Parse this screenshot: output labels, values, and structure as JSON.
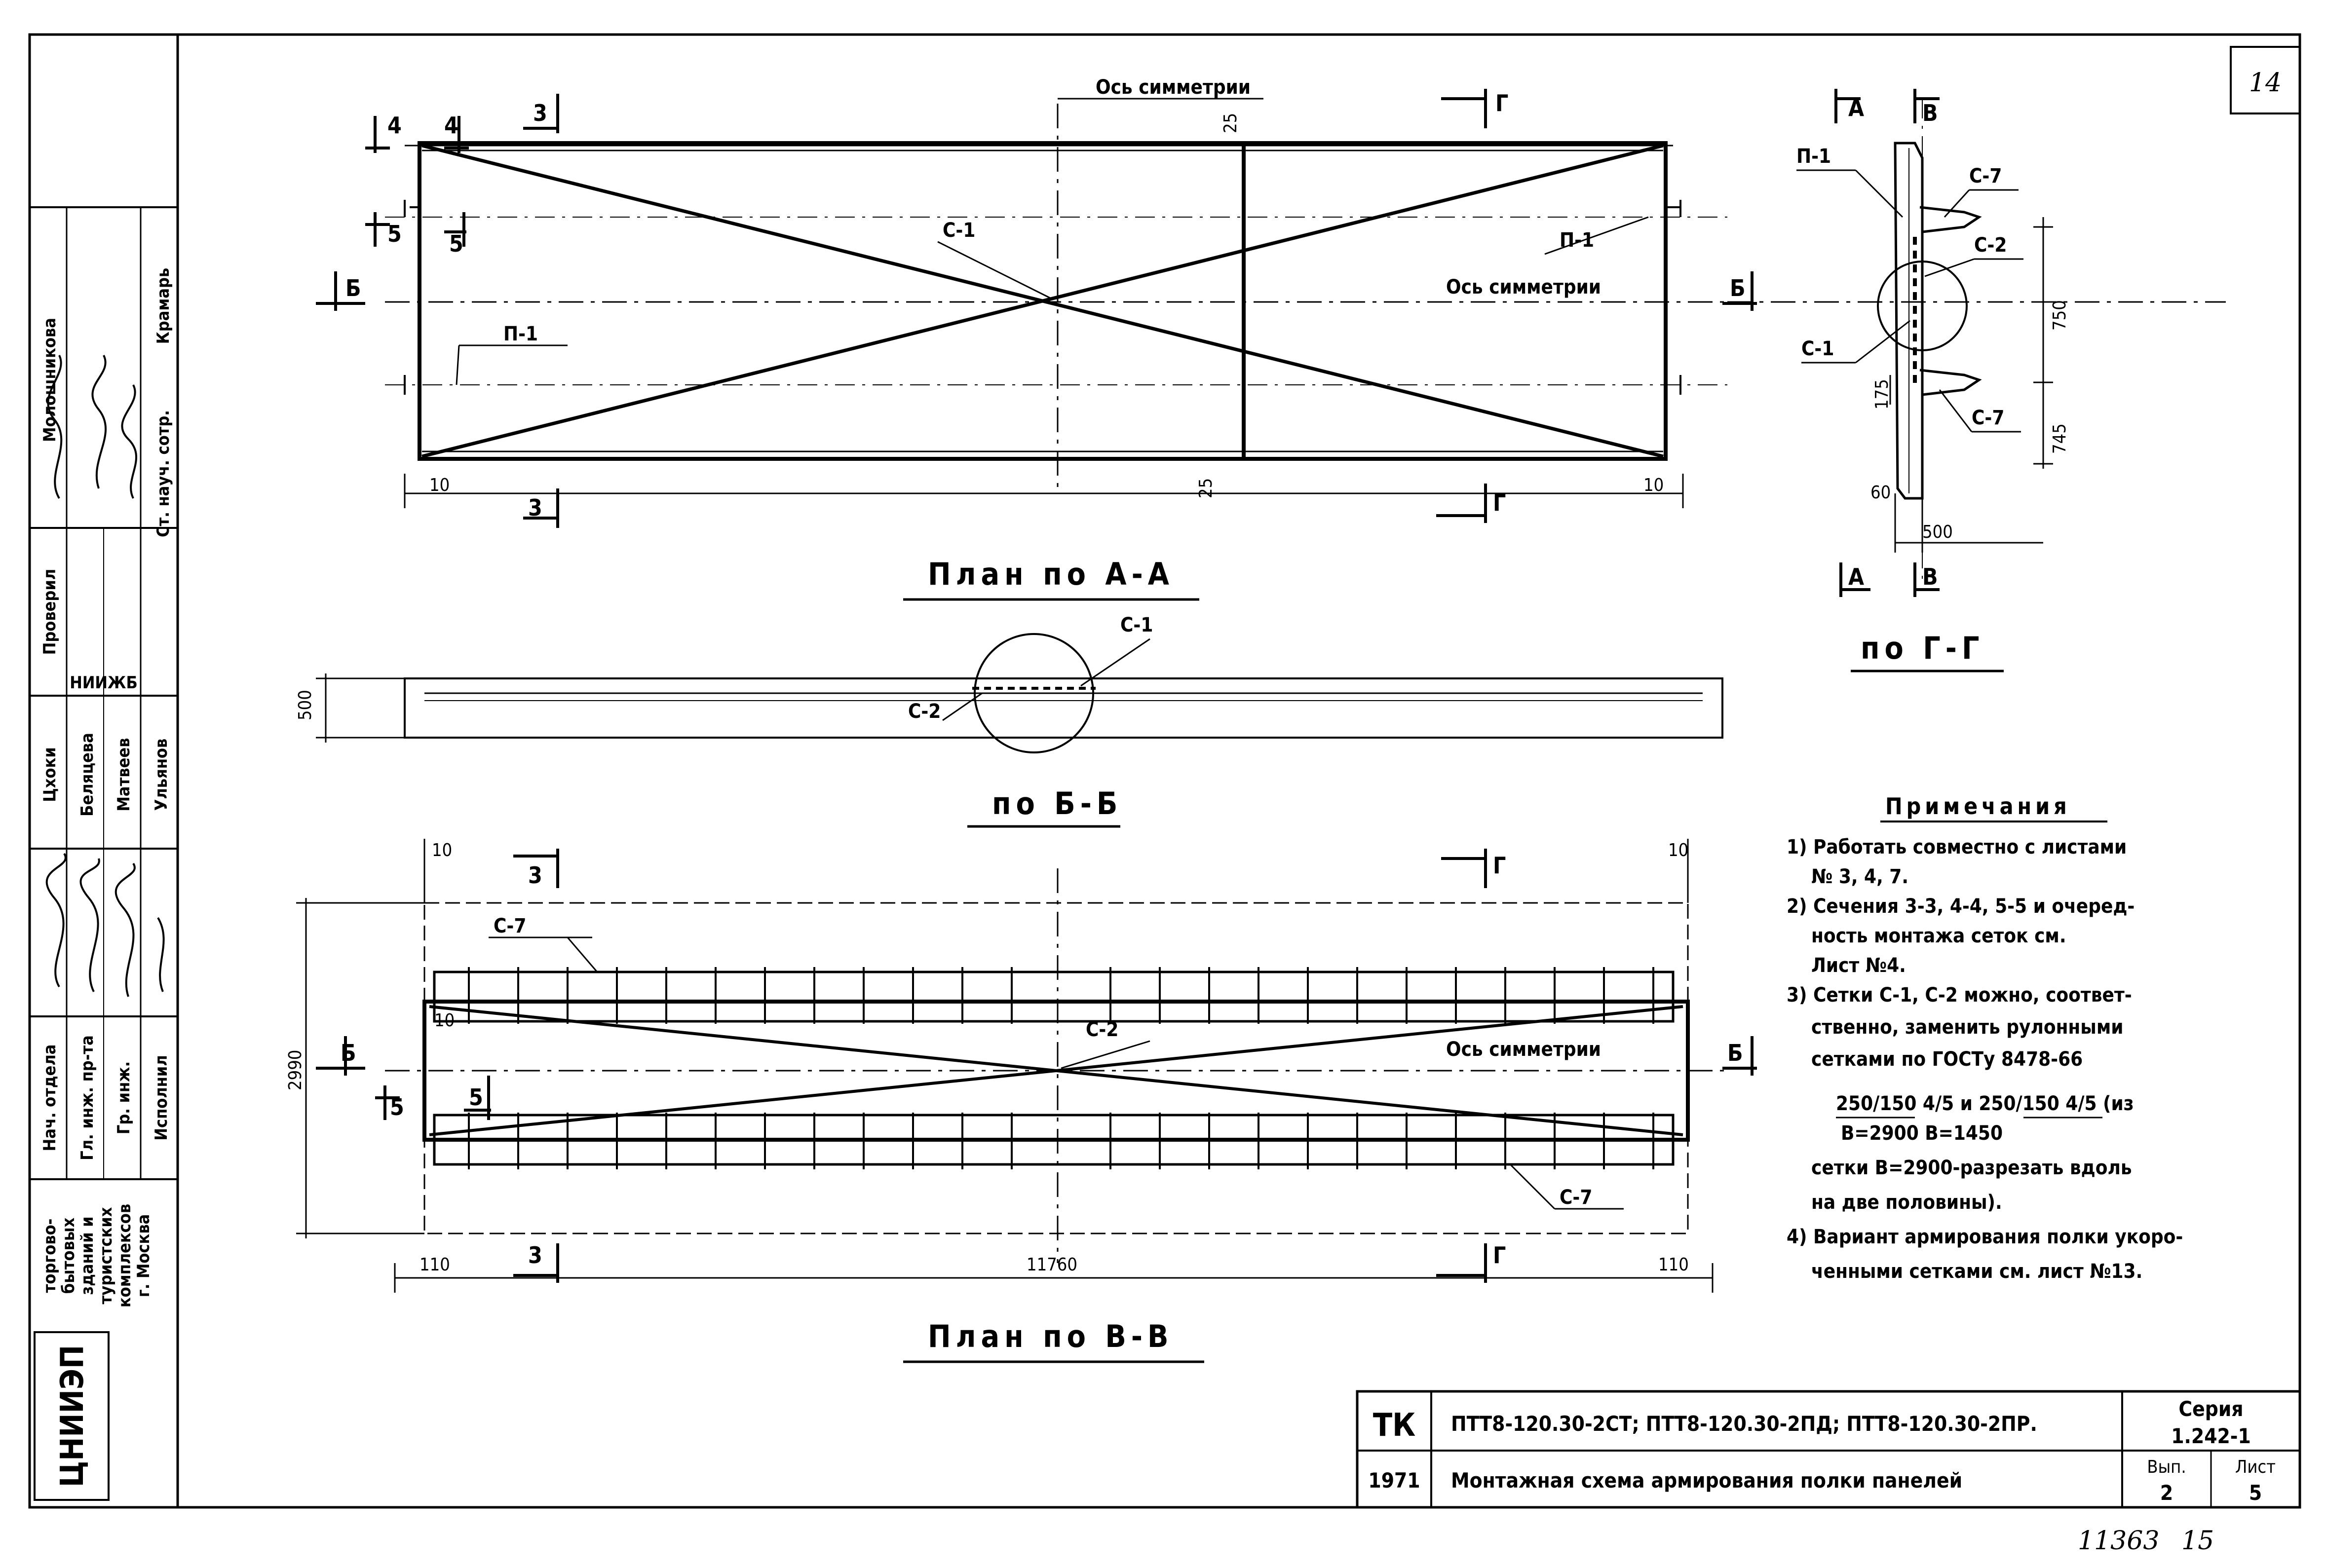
{
  "sheet": {
    "page_number": "14",
    "archive_number": "11363",
    "archive_page": "15"
  },
  "views": {
    "plan_aa": {
      "title": "План по А-А",
      "axis_top": "Ось симметрии",
      "axis_mid": "Ось симметрии",
      "cut_3": "3",
      "cut_4": "4",
      "cut_5": "5",
      "cut_b": "Б",
      "cut_g": "Г",
      "mark_c1": "С-1",
      "mark_p1_left": "П-1",
      "mark_p1_right": "П-1",
      "dim_25_top": "25",
      "dim_25_bottom": "25",
      "dim_10_left": "10",
      "dim_10_right": "10"
    },
    "section_bb": {
      "title": "по Б-Б",
      "mark_c1": "С-1",
      "mark_c2": "С-2",
      "dim_500": "500"
    },
    "plan_vv": {
      "title": "План по В-В",
      "axis": "Ось симметрии",
      "cut_3": "3",
      "cut_5": "5",
      "cut_b": "Б",
      "cut_g": "Г",
      "mark_c2": "С-2",
      "mark_c7_top": "С-7",
      "mark_c7_bottom": "С-7",
      "dim_2990": "2990",
      "dim_11760": "11760",
      "dim_110_left": "110",
      "dim_110_right": "110",
      "dim_10_left": "10",
      "dim_10_right": "10",
      "dim_10_inner": "10"
    },
    "section_gg": {
      "title": "по Г-Г",
      "cut_a": "А",
      "cut_v": "В",
      "mark_p1": "П-1",
      "mark_c7_top": "С-7",
      "mark_c2": "С-2",
      "mark_c1": "С-1",
      "mark_c7_bottom": "С-7",
      "dim_750": "750",
      "dim_745": "745",
      "dim_175": "175",
      "dim_60": "60",
      "dim_500": "500"
    }
  },
  "notes": {
    "heading": "Примечания",
    "lines": [
      "1) Работать совместно с листами",
      "№ 3, 4, 7.",
      "2) Сечения 3-3, 4-4, 5-5 и очеред-",
      "ность монтажа сеток см.",
      "Лист №4.",
      "3) Сетки С-1, С-2 можно, соответ-",
      "ственно, заменить рулонными",
      "сетками по ГОСТу 8478-66",
      "250/150 4/5   и   250/150 4/5  (из",
      "В=2900            В=1450",
      "сетки В=2900-разрезать вдоль",
      "на две половины).",
      "4) Вариант армирования полки укоро-",
      "ченными сетками см. лист №13."
    ]
  },
  "title_block": {
    "code": "ТК",
    "products": "ПТТ8-120.30-2СТ; ПТТ8-120.30-2ПД; ПТТ8-120.30-2ПР.",
    "year": "1971",
    "sheet_title": "Монтажная схема армирования полки панелей",
    "series_label": "Серия",
    "series_value": "1.242-1",
    "issue_label": "Вып.",
    "issue_value": "2",
    "sheet_label": "Лист",
    "sheet_value": "5"
  },
  "side_stamp": {
    "org_logo": "ЦНИИЭП",
    "org_lines": [
      "торгово-",
      "бытовых",
      "зданий и",
      "туристских",
      "комплексов",
      "г. Москва"
    ],
    "roles": [
      "Нач. отдела",
      "Гл. инж. пр-та",
      "Гр. инж.",
      "Исполнил"
    ],
    "names": [
      "Цхоки",
      "Беляцева",
      "Матвеев",
      "Ульянов"
    ],
    "institute": "НИИЖБ",
    "checked": "Проверил",
    "role_checker": "Ст. науч. сотр.",
    "name_checker_1": "Молошникова",
    "name_checker_2": "Крамарь"
  }
}
